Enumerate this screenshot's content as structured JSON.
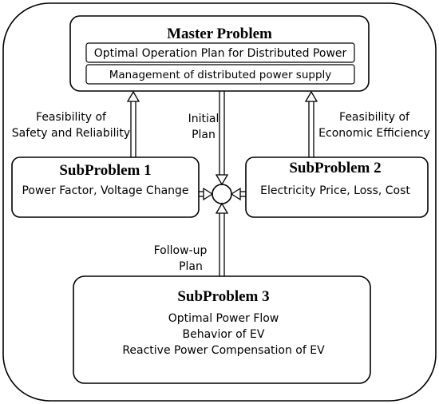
{
  "master": {
    "title": "Master Problem",
    "items": [
      "Optimal Operation Plan for Distributed Power",
      "Management of distributed power supply"
    ]
  },
  "sub1": {
    "title": "SubProblem 1",
    "subtitle": "Power Factor, Voltage Change"
  },
  "sub2": {
    "title": "SubProblem 2",
    "subtitle": "Electricity Price, Loss, Cost"
  },
  "sub3": {
    "title": "SubProblem 3",
    "lines": [
      "Optimal Power Flow",
      "Behavior of EV",
      "Reactive Power Compensation of EV"
    ]
  },
  "labels": {
    "feasibility_safety": [
      "Feasibility of",
      "Safety and Reliability"
    ],
    "initial_plan": [
      "Initial",
      "Plan"
    ],
    "feasibility_economic": [
      "Feasibility of",
      "Economic Efficiency"
    ],
    "followup_plan": [
      "Follow-up",
      "Plan"
    ]
  }
}
